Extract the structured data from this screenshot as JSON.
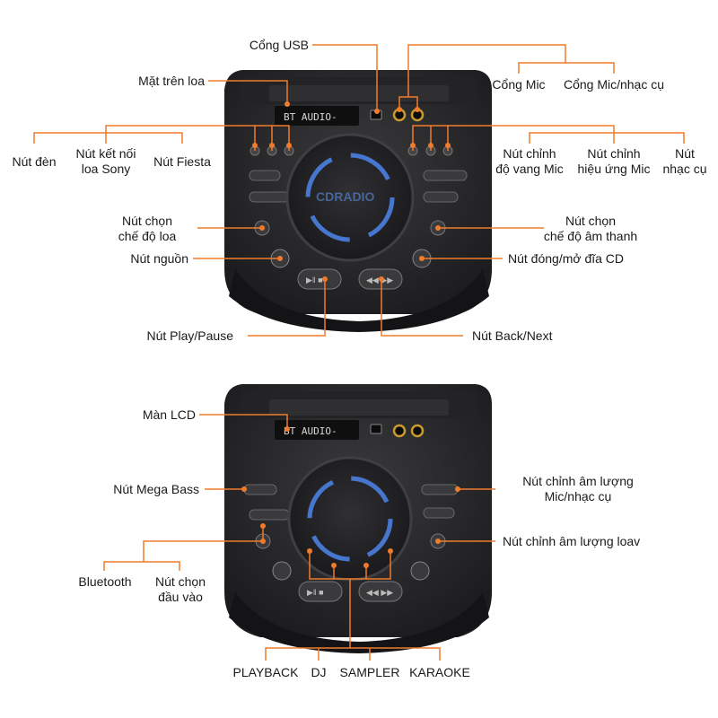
{
  "colors": {
    "callout_line": "#f07b2c",
    "marker": "#f07b2c",
    "device_body": "#2b2b2d",
    "device_panel": "#1e1e20",
    "ring_light": "#4a7fe0",
    "label_text": "#1a1a1a"
  },
  "top_panel": {
    "labels": {
      "usb_port": "Cổng USB",
      "top_surface": "Mặt trên loa",
      "mic_port": "Cổng Mic",
      "mic_instrument_port": "Cổng Mic/nhạc cụ",
      "light_button": "Nút đèn",
      "sony_link_line1": "Nút kết nối",
      "sony_link_line2": "loa Sony",
      "fiesta_button": "Nút Fiesta",
      "mic_echo_line1": "Nút chỉnh",
      "mic_echo_line2": "độ vang Mic",
      "mic_effect_line1": "Nút chỉnh",
      "mic_effect_line2": "hiệu ứng Mic",
      "instrument_line1": "Nút",
      "instrument_line2": "nhạc cụ",
      "speaker_mode_line1": "Nút chọn",
      "speaker_mode_line2": "chế độ loa",
      "sound_mode_line1": "Nút chọn",
      "sound_mode_line2": "chế độ âm thanh",
      "power_button": "Nút nguồn",
      "cd_eject": "Nút đóng/mở đĩa CD",
      "play_pause": "Nút Play/Pause",
      "back_next": "Nút Back/Next"
    },
    "display_text": "BT AUDIO-"
  },
  "bottom_panel": {
    "labels": {
      "lcd_screen": "Màn LCD",
      "mega_bass": "Nút Mega Bass",
      "mic_volume_line1": "Nút chỉnh âm lượng",
      "mic_volume_line2": "Mic/nhạc cụ",
      "speaker_volume": "Nút chỉnh âm lượng loav",
      "bluetooth": "Bluetooth",
      "input_select_line1": "Nút chọn",
      "input_select_line2": "đầu vào",
      "playback": "PLAYBACK",
      "dj": "DJ",
      "sampler": "SAMPLER",
      "karaoke": "KARAOKE"
    },
    "display_text": "BT AUDIO-"
  }
}
